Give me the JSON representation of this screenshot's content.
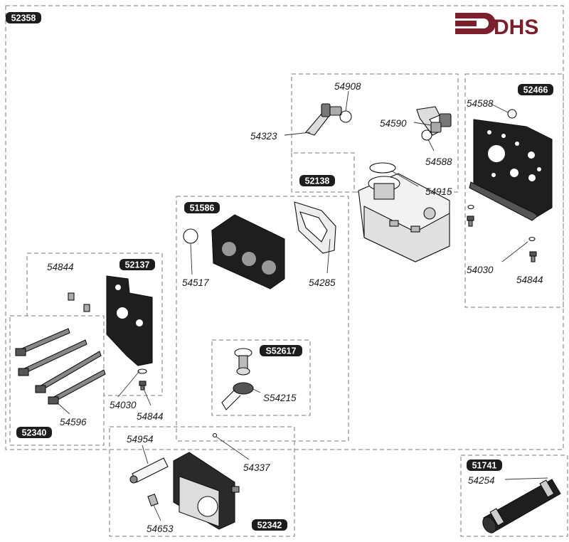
{
  "logo": {
    "text": "DHS",
    "color": "#7a1f2b"
  },
  "assemblies": [
    {
      "id": "52358"
    },
    {
      "id": "52466"
    },
    {
      "id": "52138"
    },
    {
      "id": "51586"
    },
    {
      "id": "52137"
    },
    {
      "id": "52340"
    },
    {
      "id": "S52617"
    },
    {
      "id": "52342"
    },
    {
      "id": "51741"
    }
  ],
  "parts": [
    "54908",
    "54323",
    "54590",
    "54588",
    "54588",
    "54915",
    "54517",
    "54285",
    "54844",
    "54844",
    "54844",
    "54030",
    "54030",
    "54596",
    "S54215",
    "54954",
    "54337",
    "54653",
    "54254"
  ]
}
